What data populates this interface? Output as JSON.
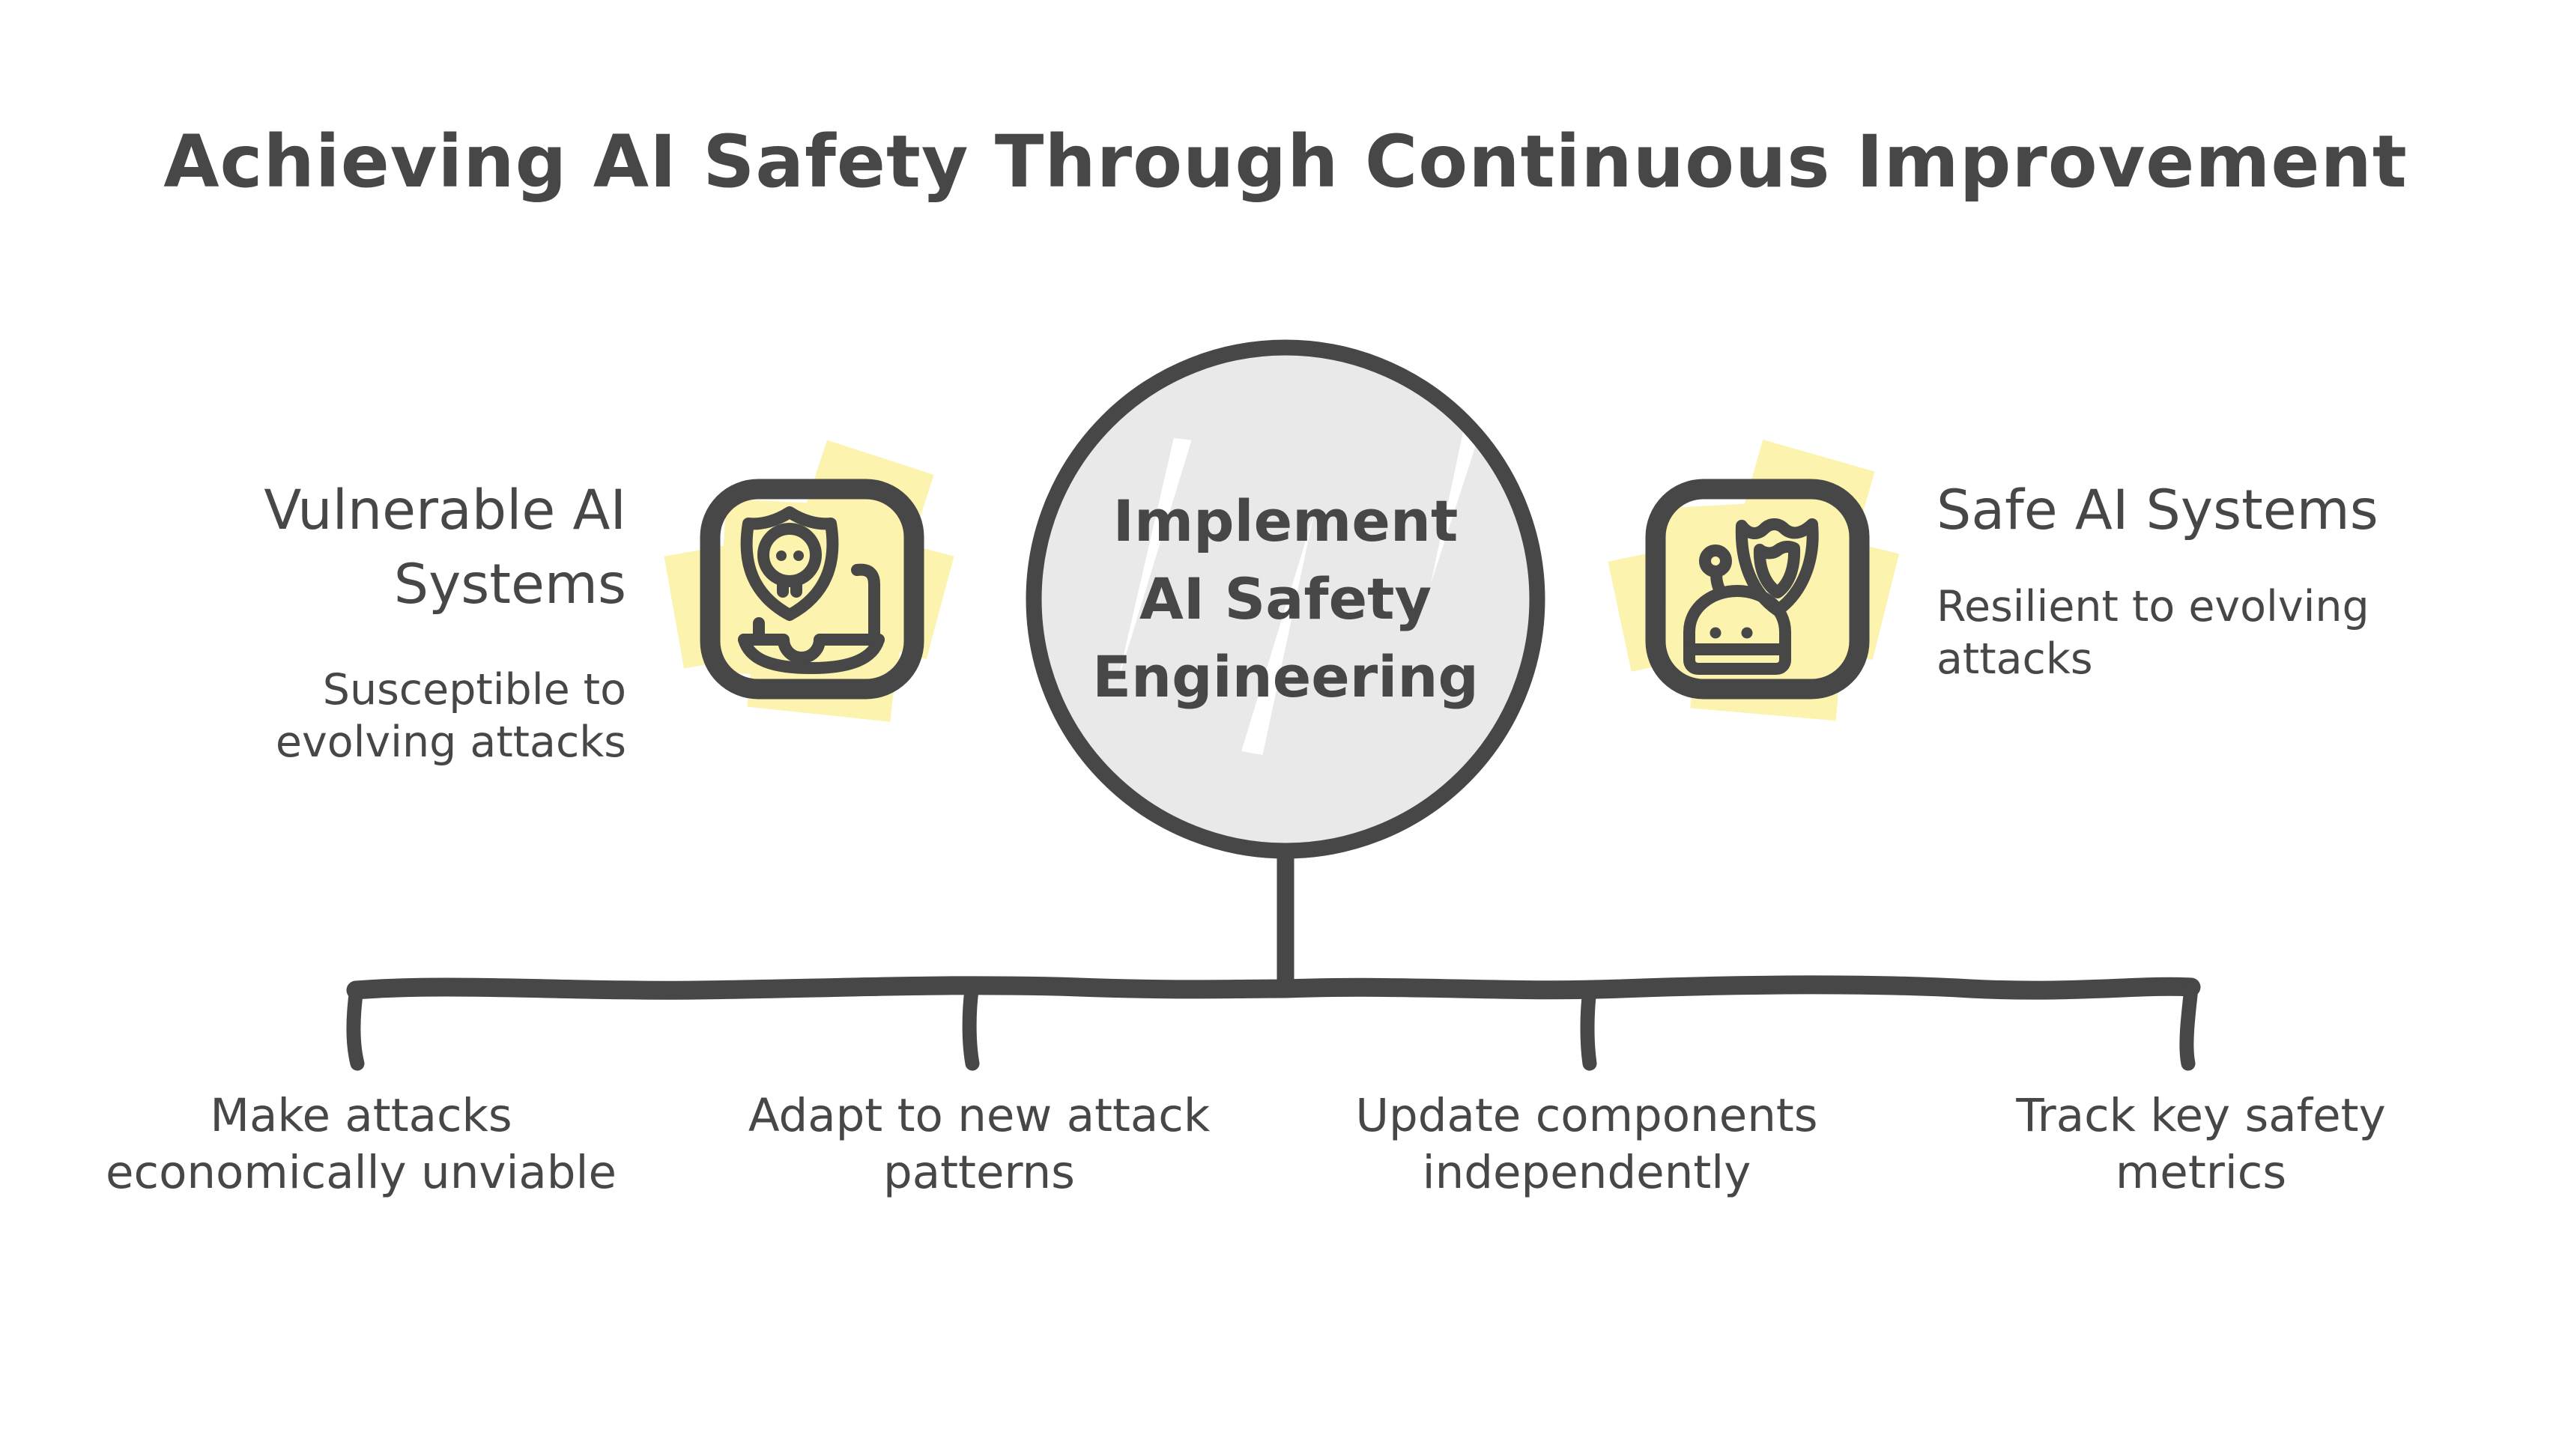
{
  "title": "Achieving AI Safety Through Continuous Improvement",
  "colors": {
    "ink": "#474747",
    "splash_yellow": "#FBF3AE",
    "hub_gray": "#E9E9E9",
    "background": "#FFFFFF"
  },
  "left_section": {
    "icon": "skull-shield-laptop-icon",
    "heading_lines": [
      "Vulnerable AI",
      "Systems"
    ],
    "subtitle_lines": [
      "Susceptible to",
      "evolving attacks"
    ]
  },
  "hub": {
    "label_lines": [
      "Implement",
      "AI Safety",
      "Engineering"
    ]
  },
  "right_section": {
    "icon": "robot-shield-icon",
    "heading_lines": [
      "Safe AI Systems"
    ],
    "subtitle_lines": [
      "Resilient to evolving",
      "attacks"
    ]
  },
  "branches": [
    {
      "lines": [
        "Make attacks",
        "economically unviable"
      ]
    },
    {
      "lines": [
        "Adapt to new attack",
        "patterns"
      ]
    },
    {
      "lines": [
        "Update components",
        "independently"
      ]
    },
    {
      "lines": [
        "Track key safety",
        "metrics"
      ]
    }
  ]
}
